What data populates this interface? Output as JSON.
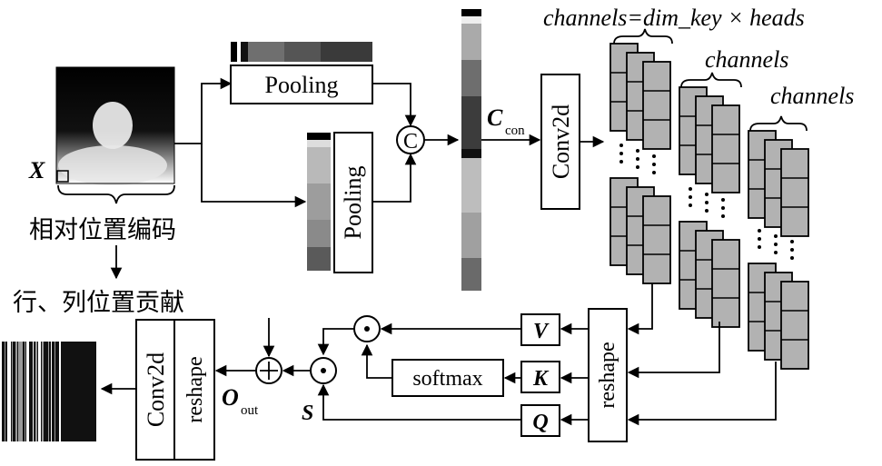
{
  "labels": {
    "pooling_top": "Pooling",
    "pooling_bottom": "Pooling",
    "concat_symbol": "C",
    "ccon_main": "C",
    "ccon_sub": "con",
    "conv2d_mid": "Conv2d",
    "channels_top": "channels=dim_key × heads",
    "channels_mid": "channels",
    "channels_right": "channels",
    "x_label": "X",
    "rel_pos_enc": "相对位置编码",
    "row_col_contrib": "行、列位置贡献",
    "reshape_right": "reshape",
    "v_label": "V",
    "k_label": "K",
    "q_label": "Q",
    "softmax": "softmax",
    "dot_symbol": "⊙",
    "plus_symbol": "+",
    "s_label": "S",
    "oout_main": "O",
    "oout_sub": "out",
    "conv2d_left": "Conv2d",
    "reshape_left": "reshape"
  }
}
